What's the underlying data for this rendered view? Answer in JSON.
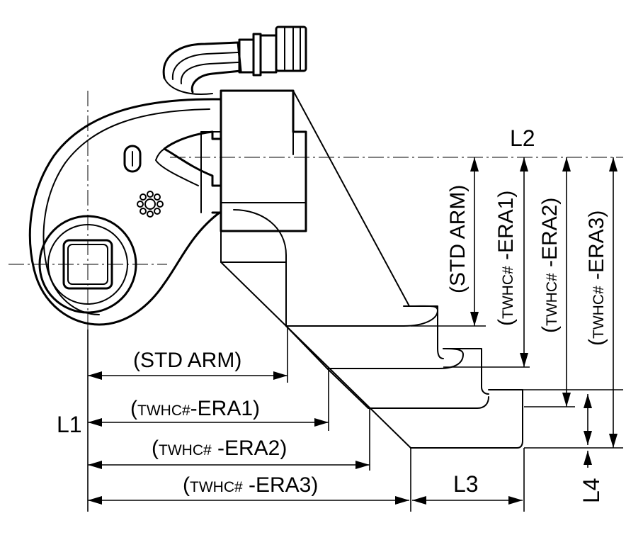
{
  "labels": {
    "l1": "L1",
    "l2": "L2",
    "l3": "L3",
    "l4": "L4",
    "h_std_arm": "(STD ARM)",
    "h_era1_prefix": "(",
    "h_era1_model": "TWHC#",
    "h_era1_suffix": "-ERA1)",
    "h_era2_prefix": "(",
    "h_era2_model": "TWHC#",
    "h_era2_suffix": " -ERA2)",
    "h_era3_prefix": "(",
    "h_era3_model": "TWHC#",
    "h_era3_suffix": " -ERA3)",
    "v_std_arm": "(STD ARM)",
    "v_era1_prefix": "(",
    "v_era1_model": "TWHC#",
    "v_era1_suffix": " -ERA1)",
    "v_era2_prefix": "(",
    "v_era2_model": "TWHC#",
    "v_era2_suffix": " -ERA2)",
    "v_era3_prefix": "(",
    "v_era3_model": "TWHC#",
    "v_era3_suffix": " -ERA3)"
  },
  "colors": {
    "line": "#000000",
    "background": "#ffffff"
  }
}
